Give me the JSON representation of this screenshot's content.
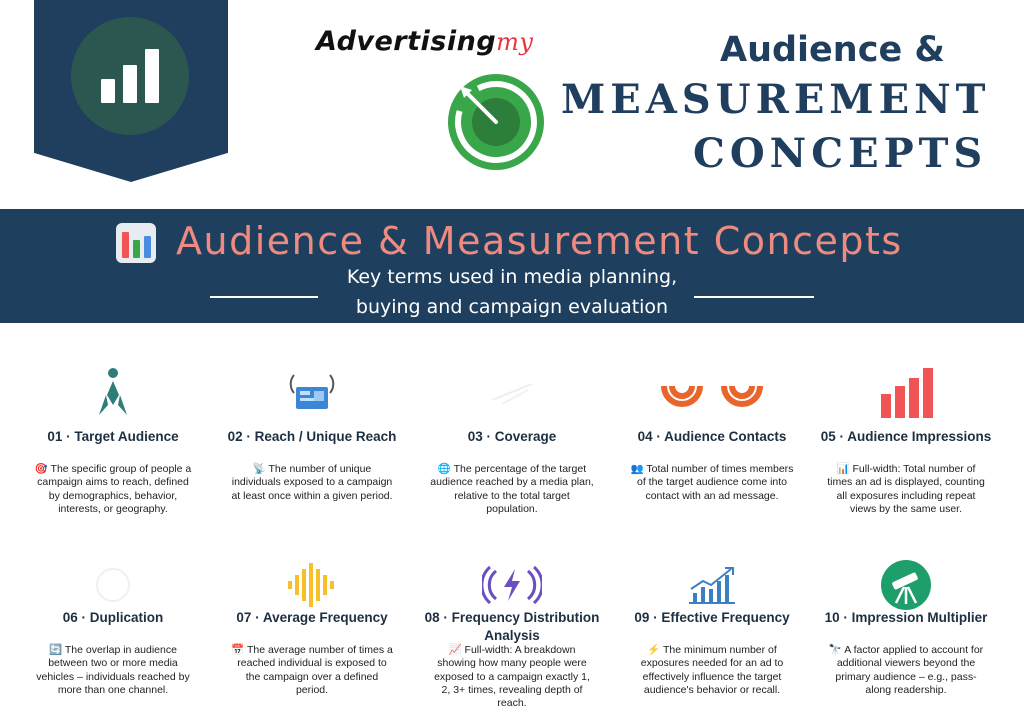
{
  "header": {
    "logo_main": "Advertising",
    "logo_suffix": "my",
    "title_line1": "Audience &",
    "title_line2": "MEASUREMENT",
    "title_line3": "CONCEPTS",
    "brand_icon": "bar-chart-icon",
    "target_icon": "target-icon"
  },
  "band": {
    "icon": "bar-chart-emoji-icon",
    "title": "Audience & Measurement Concepts",
    "subtitle_line1": "Key terms used in media planning,",
    "subtitle_line2": "buying and campaign evaluation"
  },
  "colors": {
    "navy": "#203e5d",
    "band": "#1e3f5e",
    "coral": "#ef8a80",
    "teal": "#2e7d77",
    "green": "#3aa64a",
    "orange": "#e8652b",
    "red": "#f05454",
    "yellow": "#f5c02a",
    "purple": "#6a4fc0"
  },
  "concepts": [
    {
      "title": "01 · Target Audience",
      "icon": "rocket-icon",
      "desc": "🎯 The specific group of people a campaign aims to reach, defined by demographics, behavior, interests, or geography."
    },
    {
      "title": "02 · Reach / Unique Reach",
      "icon": "broadcast-screen-icon",
      "desc": "📡 The number of unique individuals exposed to a campaign at least once within a given period."
    },
    {
      "title": "03 · Coverage",
      "icon": "globe-faint-icon",
      "desc": "🌐 The percentage of the target audience reached by a media plan, relative to the total target population."
    },
    {
      "title": "04 · Audience Contacts",
      "icon": "contact-rings-icon",
      "desc": "👥 Total number of times members of the target audience come into contact with an ad message."
    },
    {
      "title": "05 · Audience Impressions",
      "icon": "rising-bars-icon",
      "desc": "📊 Full-width: Total number of times an ad is displayed, counting all exposures including repeat views by the same user."
    },
    {
      "title": "06 · Duplication",
      "icon": "overlap-faint-icon",
      "desc": "🔄 The overlap in audience between two or more media vehicles – individuals reached by more than one channel."
    },
    {
      "title": "07 · Average Frequency",
      "icon": "sound-wave-icon",
      "desc": "📅 The average number of times a reached individual is exposed to the campaign over a defined period."
    },
    {
      "title": "08 · Frequency Distribution Analysis",
      "icon": "lightning-signal-icon",
      "desc": "📈 Full-width: A breakdown showing how many people were exposed to a campaign exactly 1, 2, 3+ times, revealing depth of reach."
    },
    {
      "title": "09 · Effective Frequency",
      "icon": "growth-chart-icon",
      "desc": "⚡ The minimum number of exposures needed for an ad to effectively influence the target audience's behavior or recall."
    },
    {
      "title": "10 · Impression Multiplier",
      "icon": "telescope-icon",
      "desc": "🔭 A factor applied to account for additional viewers beyond the primary audience – e.g., pass-along readership."
    }
  ]
}
